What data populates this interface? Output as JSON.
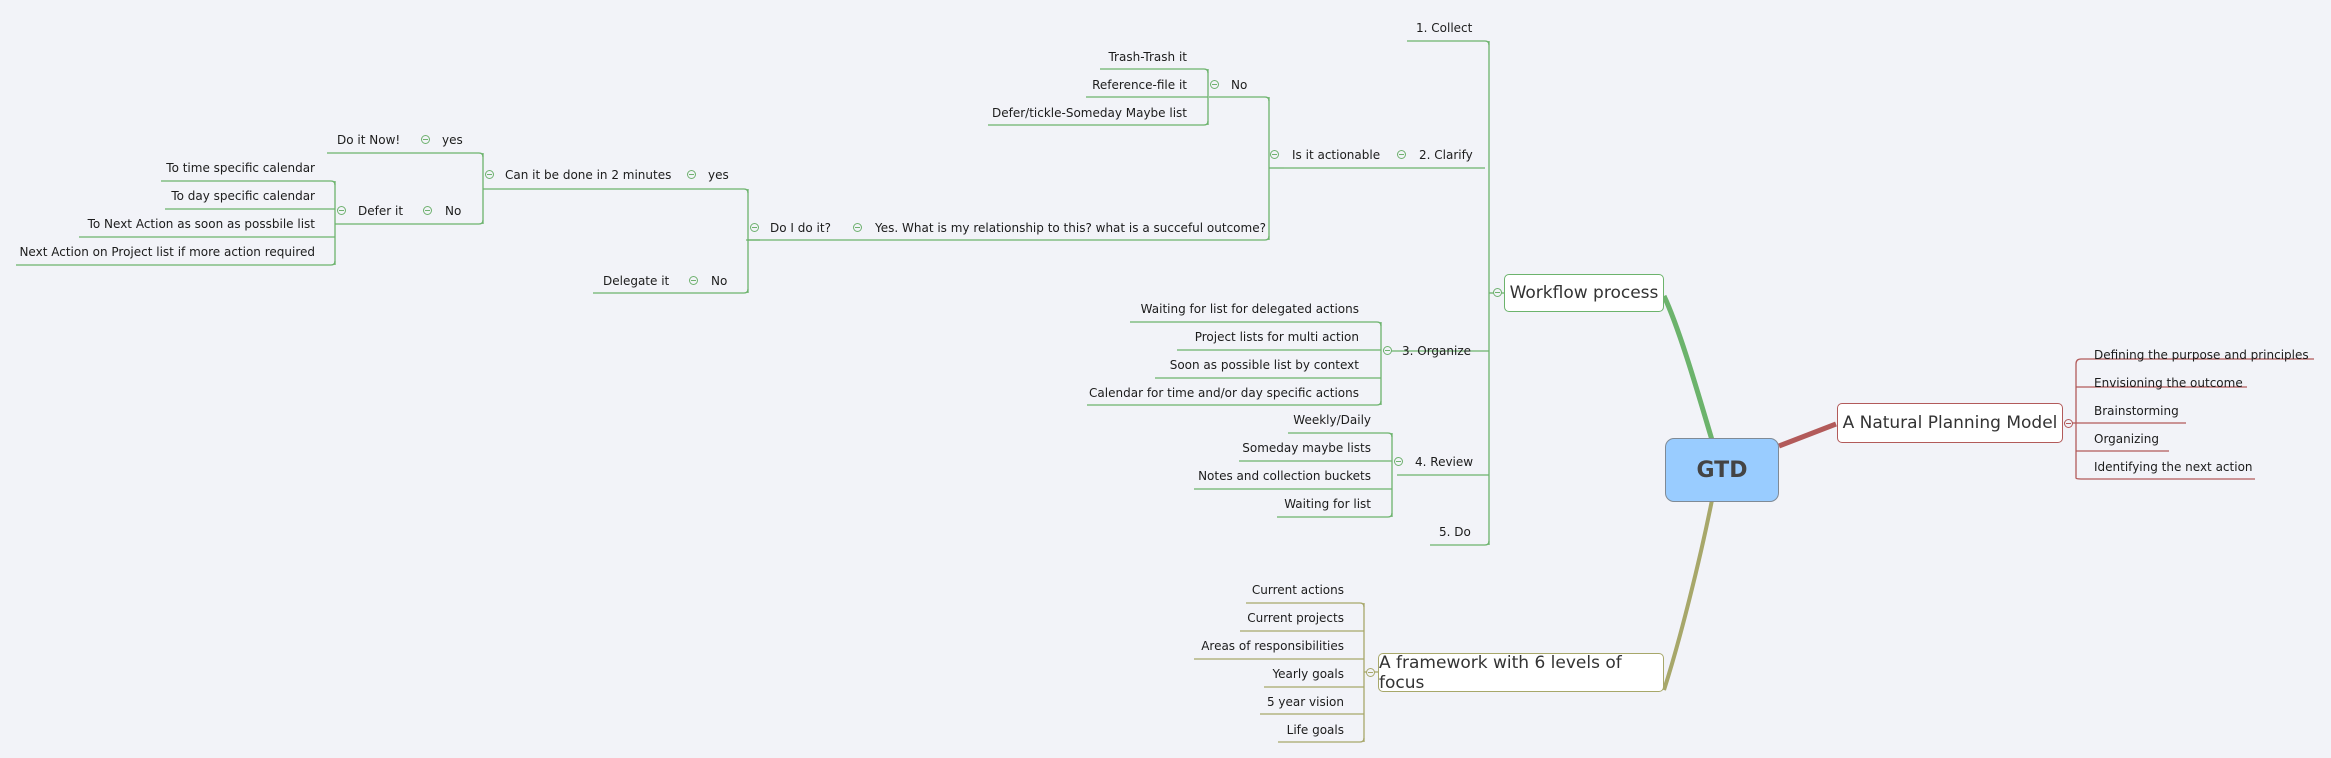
{
  "root": {
    "label": "GTD",
    "color": "#99ccff"
  },
  "branch_colors": {
    "workflow": "#6cb36c",
    "planning": "#b25a5a",
    "framework": "#a7a76a"
  },
  "workflow": {
    "label": "Workflow process",
    "collect": {
      "label": "1. Collect"
    },
    "clarify": {
      "label": "2. Clarify",
      "actionable": {
        "label": "Is it actionable"
      },
      "no": {
        "label": "No",
        "items": [
          "Trash-Trash it",
          "Reference-file it",
          "Defer/tickle-Someday Maybe list"
        ]
      },
      "yes": {
        "label": "Yes. What is my relationship to this? what is a succeful outcome?"
      },
      "do_i": {
        "label": "Do I do it?"
      },
      "yes2": {
        "label": "yes"
      },
      "two_min": {
        "label": "Can it be done in 2 minutes"
      },
      "yes3": {
        "label": "yes"
      },
      "do_now": {
        "label": "Do it Now!"
      },
      "no2": {
        "label": "No"
      },
      "defer": {
        "label": "Defer it",
        "items": [
          "To time specific calendar",
          "To day specific calendar",
          "To Next Action as soon as possbile list",
          "Next Action on Project list if more action required"
        ]
      },
      "no3": {
        "label": "No"
      },
      "delegate": {
        "label": "Delegate it"
      }
    },
    "organize": {
      "label": "3. Organize",
      "items": [
        "Waiting for list for delegated actions",
        "Project lists for multi action",
        "Soon as possible list by context",
        "Calendar for time and/or day specific actions"
      ]
    },
    "review": {
      "label": "4. Review",
      "items": [
        "Weekly/Daily",
        "Someday maybe lists",
        "Notes and collection buckets",
        "Waiting for list"
      ]
    },
    "do": {
      "label": "5. Do"
    }
  },
  "planning": {
    "label": "A Natural Planning Model",
    "items": [
      "Defining the purpose and principles",
      "Envisioning the outcome",
      "Brainstorming",
      "Organizing",
      "Identifying the next action"
    ]
  },
  "framework": {
    "label": "A framework with 6 levels of focus",
    "items": [
      "Current actions",
      "Current projects",
      "Areas of responsibilities",
      "Yearly goals",
      "5 year vision",
      "Life goals"
    ]
  }
}
